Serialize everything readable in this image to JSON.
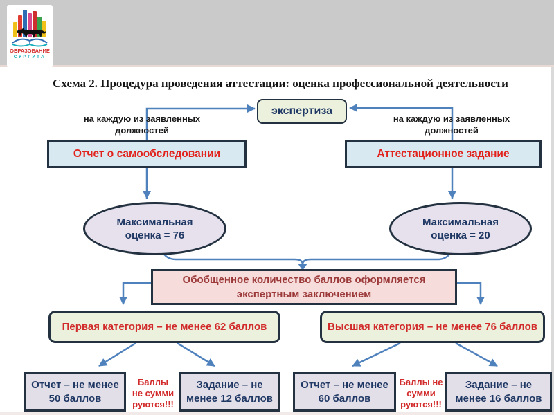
{
  "logo": {
    "line1": "ОБРАЗОВАНИЕ",
    "line2": "СУРГУТА"
  },
  "slide": {
    "title": "Схема 2. Процедура проведения аттестации: оценка профессиональной деятельности"
  },
  "flowchart": {
    "expertise": {
      "label": "экспертиза"
    },
    "left_branch": {
      "note_line1": "на каждую из заявленных",
      "note_line2": "должностей",
      "source": "Отчет о самообследовании",
      "max_score_line1": "Максимальная",
      "max_score_line2": "оценка = 76"
    },
    "right_branch": {
      "note_line1": "на каждую из заявленных",
      "note_line2": "должностей",
      "source": "Аттестационное задание",
      "max_score_line1": "Максимальная",
      "max_score_line2": "оценка = 20"
    },
    "summary": {
      "line1": "Обобщенное количество баллов оформляется",
      "line2": "экспертным заключением"
    },
    "first_category": {
      "label": "Первая категория – не менее 62 баллов",
      "report_line1": "Отчет – не менее",
      "report_line2": "50 баллов",
      "task_line1": "Задание – не",
      "task_line2": "менее 12 баллов",
      "no_sum": {
        "line1": "Баллы",
        "line2": "не сумми",
        "line3": "руются!!!"
      }
    },
    "highest_category": {
      "label": "Высшая категория – не менее 76 баллов",
      "report_line1": "Отчет – не менее",
      "report_line2": "60 баллов",
      "task_line1": "Задание – не",
      "task_line2": "менее 16 баллов",
      "no_sum": {
        "line1": "Баллы не",
        "line2": "сумми",
        "line3": "руются!!!"
      }
    }
  },
  "colors": {
    "header_band_gray": "#cbcaca",
    "connector_blue": "#4f81bd",
    "box_border": "#233140",
    "green_fill": "#ebf1dd",
    "blue_fill": "#d9e9f2",
    "lavender_fill": "#e3dfe9",
    "pink_fill": "#f7dcdc",
    "red_text": "#d22b2b",
    "red_underline_text": "#e2231d",
    "dark_blue_text": "#1f3864",
    "maroon_text": "#9c3a3a"
  }
}
